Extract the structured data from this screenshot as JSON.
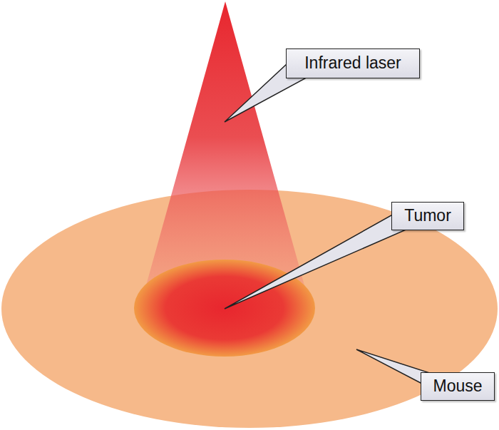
{
  "diagram": {
    "nodes": [
      {
        "text": [
          "Infrared laser"
        ]
      },
      {
        "text": [
          "Tumor"
        ]
      },
      {
        "text": [
          "Mouse"
        ]
      }
    ]
  }
}
